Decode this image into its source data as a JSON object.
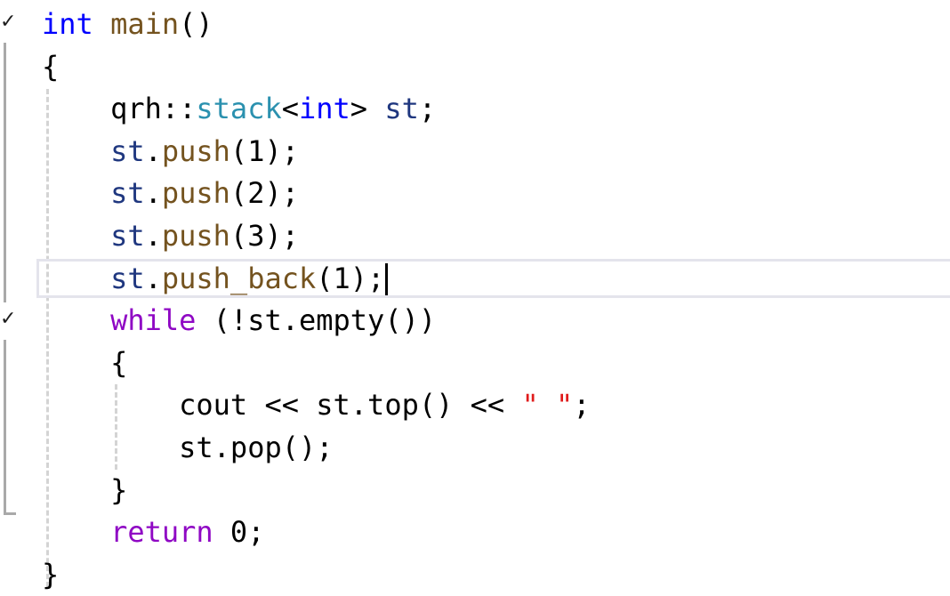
{
  "editor": {
    "lines": [
      [
        {
          "t": "int",
          "c": "kw"
        },
        {
          "t": " ",
          "c": "plain"
        },
        {
          "t": "main",
          "c": "fn"
        },
        {
          "t": "()",
          "c": "plain"
        }
      ],
      [
        {
          "t": "{",
          "c": "plain"
        }
      ],
      [
        {
          "t": "    qrh::",
          "c": "plain"
        },
        {
          "t": "stack",
          "c": "type"
        },
        {
          "t": "<",
          "c": "plain"
        },
        {
          "t": "int",
          "c": "kw"
        },
        {
          "t": "> ",
          "c": "plain"
        },
        {
          "t": "st",
          "c": "var"
        },
        {
          "t": ";",
          "c": "plain"
        }
      ],
      [
        {
          "t": "    ",
          "c": "plain"
        },
        {
          "t": "st",
          "c": "var"
        },
        {
          "t": ".",
          "c": "plain"
        },
        {
          "t": "push",
          "c": "fn"
        },
        {
          "t": "(1);",
          "c": "plain"
        }
      ],
      [
        {
          "t": "    ",
          "c": "plain"
        },
        {
          "t": "st",
          "c": "var"
        },
        {
          "t": ".",
          "c": "plain"
        },
        {
          "t": "push",
          "c": "fn"
        },
        {
          "t": "(2);",
          "c": "plain"
        }
      ],
      [
        {
          "t": "    ",
          "c": "plain"
        },
        {
          "t": "st",
          "c": "var"
        },
        {
          "t": ".",
          "c": "plain"
        },
        {
          "t": "push",
          "c": "fn"
        },
        {
          "t": "(3);",
          "c": "plain"
        }
      ],
      [
        {
          "t": "    ",
          "c": "plain"
        },
        {
          "t": "st",
          "c": "var"
        },
        {
          "t": ".",
          "c": "plain"
        },
        {
          "t": "push_back",
          "c": "fn"
        },
        {
          "t": "(1);",
          "c": "plain"
        }
      ],
      [
        {
          "t": "    ",
          "c": "plain"
        },
        {
          "t": "while",
          "c": "ctl"
        },
        {
          "t": " (!st.empty())",
          "c": "plain"
        }
      ],
      [
        {
          "t": "    {",
          "c": "plain"
        }
      ],
      [
        {
          "t": "        cout << st.top() << ",
          "c": "plain"
        },
        {
          "t": "\" \"",
          "c": "str"
        },
        {
          "t": ";",
          "c": "plain"
        }
      ],
      [
        {
          "t": "        st.pop();",
          "c": "plain"
        }
      ],
      [
        {
          "t": "    }",
          "c": "plain"
        }
      ],
      [
        {
          "t": "    ",
          "c": "plain"
        },
        {
          "t": "return",
          "c": "ctl"
        },
        {
          "t": " 0;",
          "c": "plain"
        }
      ],
      [
        {
          "t": "}",
          "c": "plain"
        }
      ]
    ],
    "current_line": 7,
    "colors": {
      "keyword": "#0000ff",
      "function": "#74531f",
      "variable": "#1f377f",
      "type": "#2b91af",
      "control": "#8f08c4",
      "string": "#e01b1b"
    },
    "gutter_icons": [
      "check-icon",
      "check-icon"
    ]
  }
}
